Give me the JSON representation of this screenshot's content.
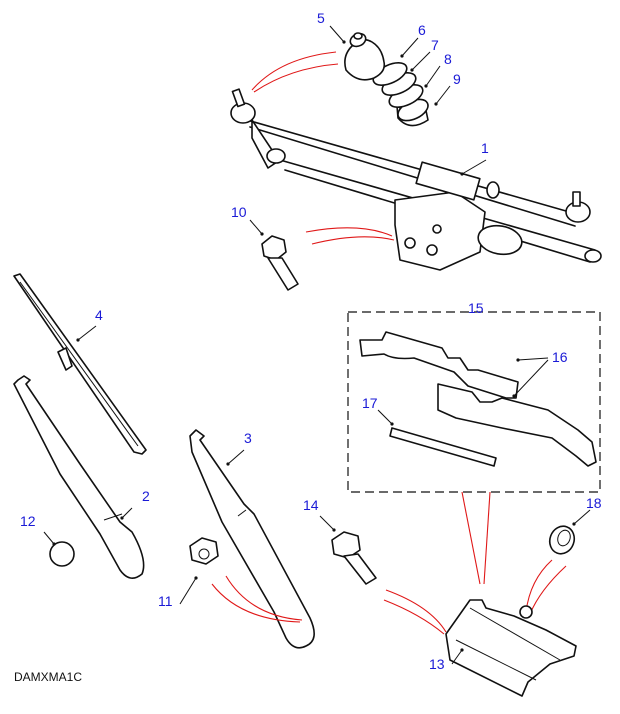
{
  "diagram": {
    "code": "DAMXMA1C",
    "title": "Windscreen wiper linkage, motor and arms exploded view",
    "colors": {
      "callout": "#1a1ad6",
      "reference_line": "#e01818",
      "outline": "#111111"
    },
    "callouts": [
      {
        "number": "1",
        "part": "wiper-linkage-motor-assembly"
      },
      {
        "number": "2",
        "part": "wiper-arm-left"
      },
      {
        "number": "3",
        "part": "wiper-arm-right"
      },
      {
        "number": "4",
        "part": "wiper-blade"
      },
      {
        "number": "5",
        "part": "spindle-cap"
      },
      {
        "number": "6",
        "part": "spindle-nut"
      },
      {
        "number": "7",
        "part": "washer"
      },
      {
        "number": "8",
        "part": "seal"
      },
      {
        "number": "9",
        "part": "grommet"
      },
      {
        "number": "10",
        "part": "motor-bolt"
      },
      {
        "number": "11",
        "part": "arm-nut"
      },
      {
        "number": "12",
        "part": "arm-nut-cap"
      },
      {
        "number": "13",
        "part": "motor-mounting-bracket"
      },
      {
        "number": "14",
        "part": "bracket-bolt"
      },
      {
        "number": "15",
        "part": "shim-kit"
      },
      {
        "number": "16",
        "part": "shim-plate"
      },
      {
        "number": "17",
        "part": "shim-strip"
      },
      {
        "number": "18",
        "part": "grommet-bracket"
      }
    ]
  }
}
